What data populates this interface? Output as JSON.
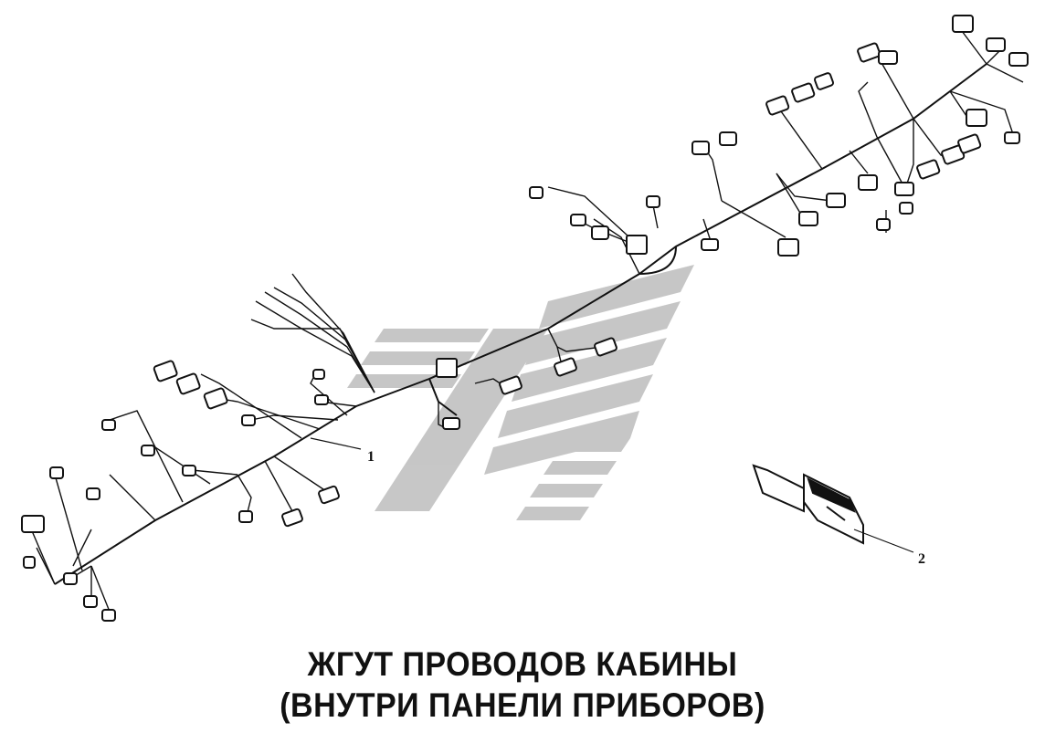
{
  "diagram": {
    "callouts": [
      {
        "label": "1"
      },
      {
        "label": "2"
      }
    ],
    "caption": {
      "line1": "ЖГУТ ПРОВОДОВ КАБИНЫ",
      "line2": "(ВНУТРИ ПАНЕЛИ ПРИБОРОВ)"
    }
  }
}
